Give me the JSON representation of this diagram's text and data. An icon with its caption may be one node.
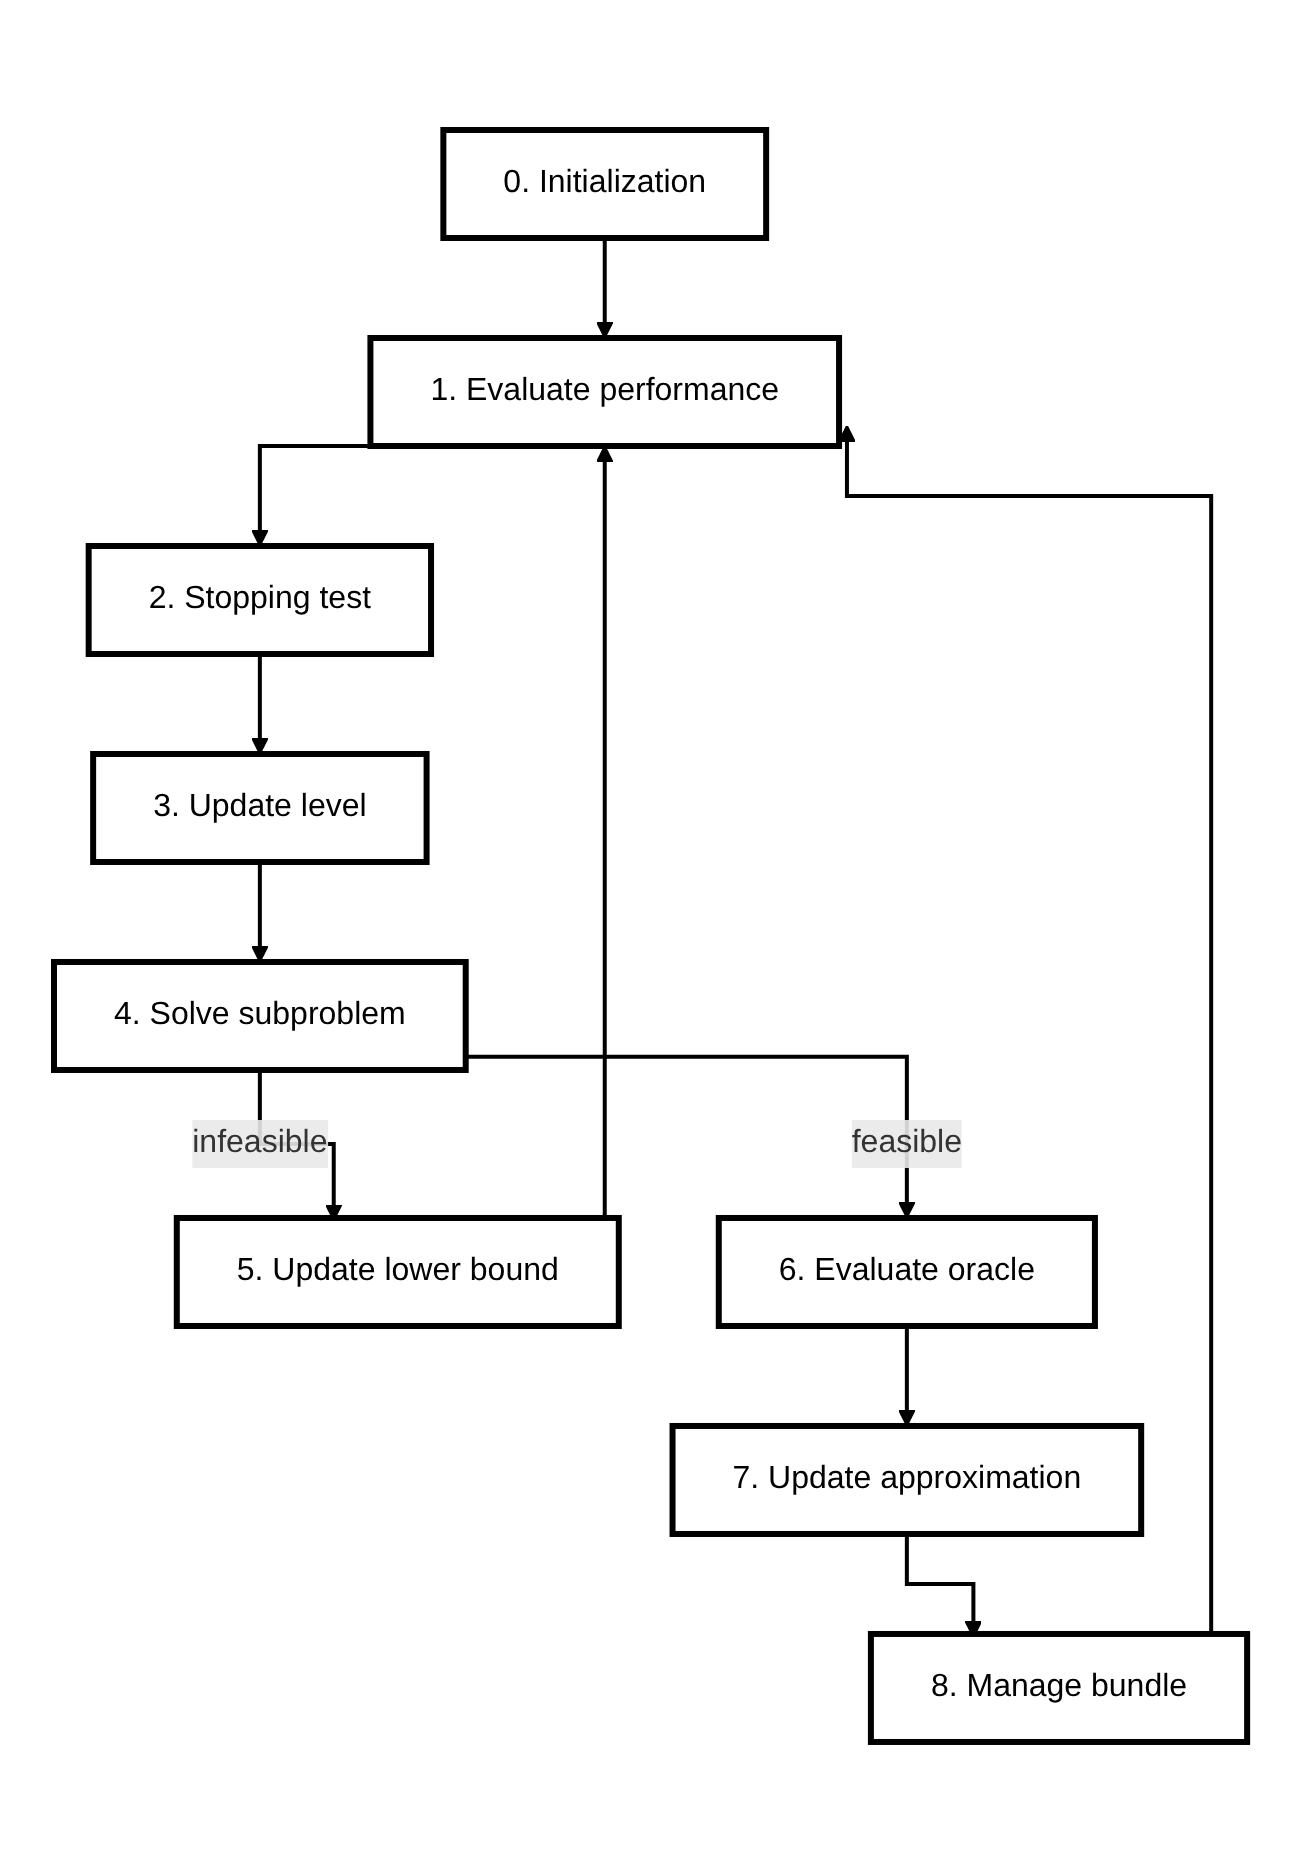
{
  "diagram": {
    "nodes": [
      {
        "text": [
          "0. Initialization"
        ]
      },
      {
        "text": [
          "1. Evaluate performance"
        ]
      },
      {
        "text": [
          "2. Stopping test"
        ]
      },
      {
        "text": [
          "3. Update level"
        ]
      },
      {
        "text": [
          "4. Solve subproblem"
        ]
      },
      {
        "text": [
          "5. Update lower bound"
        ]
      },
      {
        "text": [
          "6. Evaluate oracle"
        ]
      },
      {
        "text": [
          "7. Update approximation"
        ]
      },
      {
        "text": [
          "8. Manage bundle"
        ]
      }
    ],
    "edges": [
      {
        "from": 0,
        "to": 1,
        "arrow": "to"
      },
      {
        "from": 1,
        "to": 2,
        "arrow": "to"
      },
      {
        "from": 2,
        "to": 3,
        "arrow": "to"
      },
      {
        "from": 3,
        "to": 4,
        "arrow": "to"
      },
      {
        "from": 4,
        "to": 6,
        "arrow": "to",
        "label": "feasible"
      },
      {
        "from": 4,
        "to": 5,
        "arrow": "to",
        "label": "infeasible"
      },
      {
        "from": 5,
        "to": 1,
        "arrow": "to"
      },
      {
        "from": 6,
        "to": 7,
        "arrow": "to"
      },
      {
        "from": 7,
        "to": 8,
        "arrow": "to"
      },
      {
        "from": 8,
        "to": 1,
        "arrow": "to"
      }
    ]
  }
}
